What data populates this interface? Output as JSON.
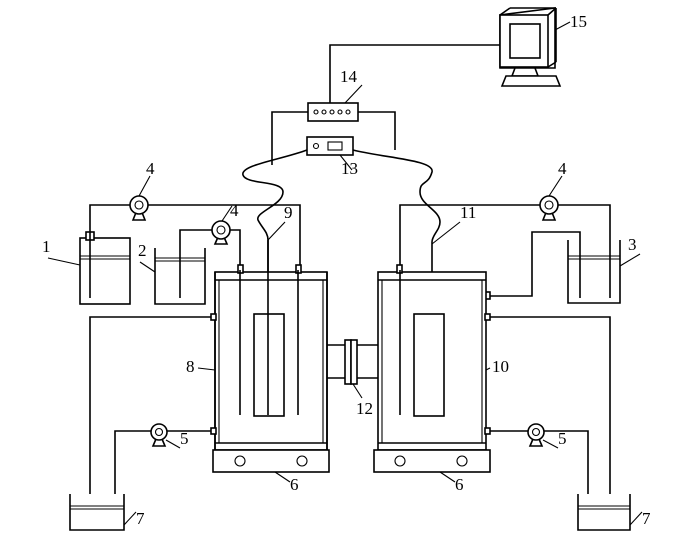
{
  "labels": {
    "l1": "1",
    "l2": "2",
    "l3": "3",
    "l4a": "4",
    "l4b": "4",
    "l4c": "4",
    "l5a": "5",
    "l5b": "5",
    "l6a": "6",
    "l6b": "6",
    "l7a": "7",
    "l7b": "7",
    "l8": "8",
    "l9": "9",
    "l10": "10",
    "l11": "11",
    "l12": "12",
    "l13": "13",
    "l14": "14",
    "l15": "15"
  }
}
